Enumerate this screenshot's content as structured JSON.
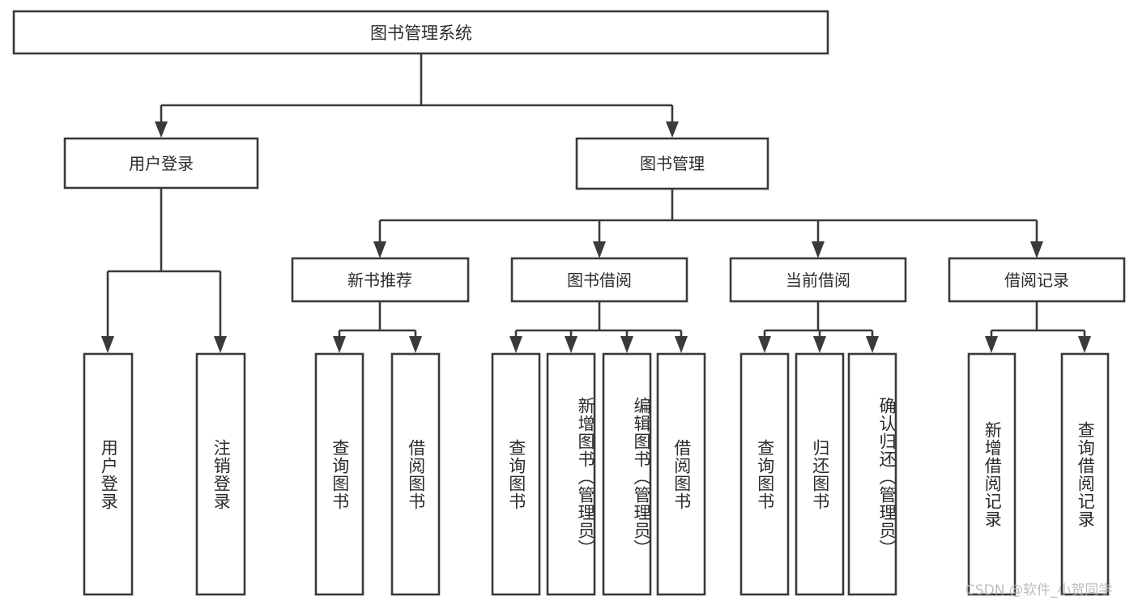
{
  "diagram": {
    "title": "图书管理系统",
    "type": "function-tree",
    "watermark": "CSDN @软件_小贺同学",
    "colors": {
      "stroke": "#3a3a3a",
      "fill": "#ffffff",
      "text": "#2b2b2b",
      "watermark": "#b4b4b4",
      "background": "#ffffff"
    },
    "root": {
      "label": "图书管理系统"
    },
    "level2": [
      {
        "label": "用户登录"
      },
      {
        "label": "图书管理"
      }
    ],
    "level3": [
      {
        "label": "新书推荐"
      },
      {
        "label": "图书借阅"
      },
      {
        "label": "当前借阅"
      },
      {
        "label": "借阅记录"
      }
    ],
    "leaves": {
      "user_login": [
        {
          "label": "用户登录"
        },
        {
          "label": "注销登录"
        }
      ],
      "new_book_recommend": [
        {
          "label": "查询图书"
        },
        {
          "label": "借阅图书"
        }
      ],
      "book_borrow": [
        {
          "label": "查询图书"
        },
        {
          "label": "新增图书（管理员）"
        },
        {
          "label": "编辑图书（管理员）"
        },
        {
          "label": "借阅图书"
        }
      ],
      "current_borrow": [
        {
          "label": "查询图书"
        },
        {
          "label": "归还图书"
        },
        {
          "label": "确认归还（管理员）"
        }
      ],
      "borrow_record": [
        {
          "label": "新增借阅记录"
        },
        {
          "label": "查询借阅记录"
        }
      ]
    }
  }
}
